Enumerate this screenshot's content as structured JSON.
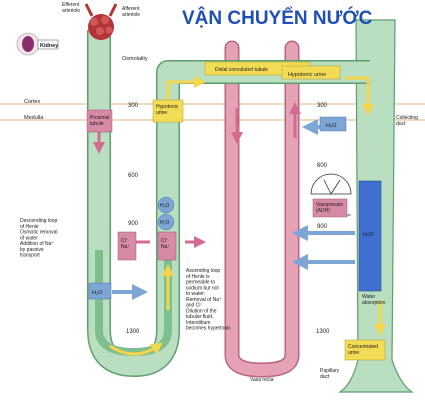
{
  "title": "VẬN CHUYỂN NƯỚC",
  "colors": {
    "title": "#1f4fb4",
    "tubule": "#b9dec0",
    "tubule_wall": "#5f9e6d",
    "tubule_dark": "#7fbf8f",
    "vasa_recta": "#e5a2b4",
    "vasa_wall": "#b8647f",
    "glomerulus": "#b4343a",
    "arrow_yellow": "#f4d54c",
    "arrow_blue": "#7da6d6",
    "arrow_pink": "#d56a90",
    "zone_line": "#e3b777",
    "badge_yellow": "#f3dc55",
    "badge_pink": "#d78aa5",
    "badge_blue": "#3f6fd0"
  },
  "labels": {
    "efferent": "Efferent\narteriole",
    "afferent": "Afferent\narteriole",
    "kidney": "Kidney",
    "osmolality": "Osmolality",
    "distal": "Distal convoluted tubule",
    "hypotonic_urine": "Hypotonic urine",
    "hypotonic_urine_2": "Hypotonic\nurine",
    "cortex": "Cortex",
    "medulla": "Medulla",
    "collecting_duct": "Collecting\nduct",
    "proximal": "Proximal\ntubule",
    "vasopressin": "Vasopressin\n(ADH)",
    "descending": "Descending loop\nof Henle\nOsmotic removal\nof water\nAddition of Na⁺\nby passive\ntransport",
    "ascending": "Ascending loop\nof Henle is\npermeable to\nsodium but not\nto water:\nRemoval of Na⁺\nand Cl⁻\nDilution of the\ntubular fluid.\nInterstitium\nbecomes hypertonic",
    "water_absorption": "Water\nabsorption",
    "concentrated_urine": "Concentrated\nurine",
    "vasa_recta": "Vasa recta",
    "papillary_duct": "Papillary\nduct",
    "h2o": "H₂O",
    "cl_na": "Cl⁻\nNa⁺"
  },
  "osmolality_values": [
    "300",
    "600",
    "900",
    "1300"
  ]
}
